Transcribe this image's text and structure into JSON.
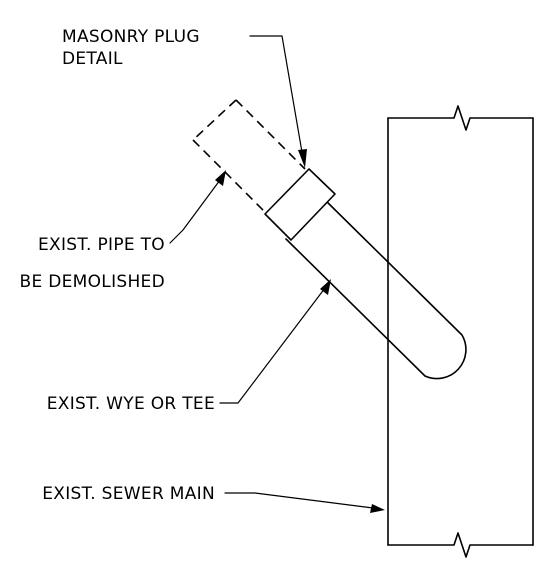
{
  "labels": {
    "masonry_plug_line1": "MASONRY PLUG",
    "masonry_plug_line2": "DETAIL",
    "pipe_line1": "EXIST. PIPE TO",
    "pipe_line2": "BE DEMOLISHED",
    "wye": "EXIST. WYE OR TEE",
    "sewer_main": "EXIST. SEWER MAIN"
  },
  "colors": {
    "ink": "#000000",
    "background": "#ffffff"
  }
}
